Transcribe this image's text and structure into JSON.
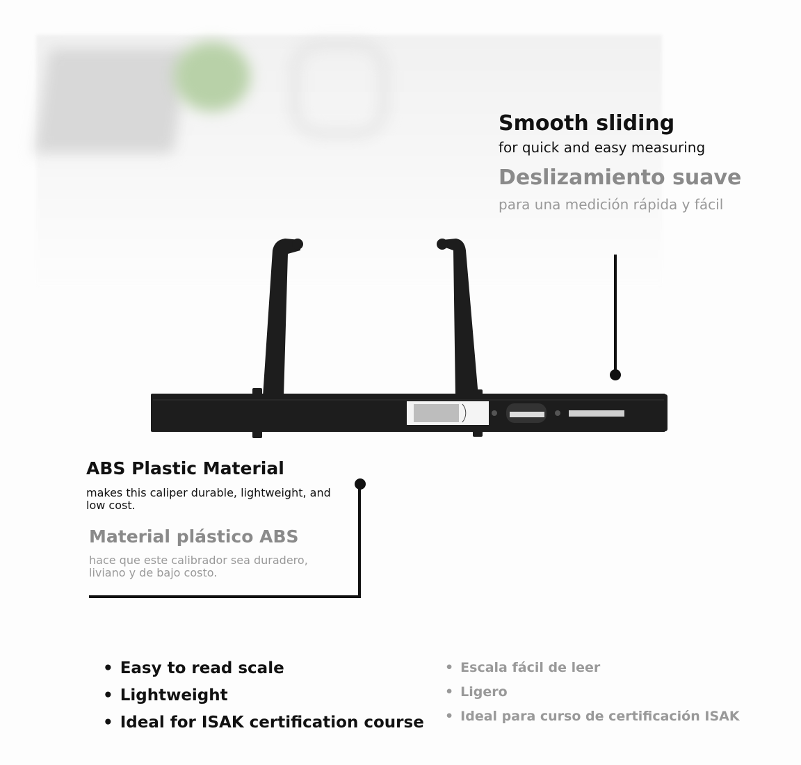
{
  "smooth": {
    "title": "Smooth sliding",
    "subtitle": "for quick and easy measuring",
    "title_es": "Deslizamiento suave",
    "subtitle_es": "para una medición rápida y fácil"
  },
  "abs": {
    "title": "ABS Plastic Material",
    "subtitle": "makes this caliper durable, lightweight, and low cost.",
    "title_es": "Material plástico ABS",
    "subtitle_es": "hace que este calibrador sea duradero, liviano y de bajo costo."
  },
  "features": [
    "Easy to read scale",
    "Lightweight",
    "Ideal for ISAK certification course"
  ],
  "features_es": [
    "Escala fácil de leer",
    "Ligero",
    "Ideal para curso de certificación ISAK"
  ]
}
